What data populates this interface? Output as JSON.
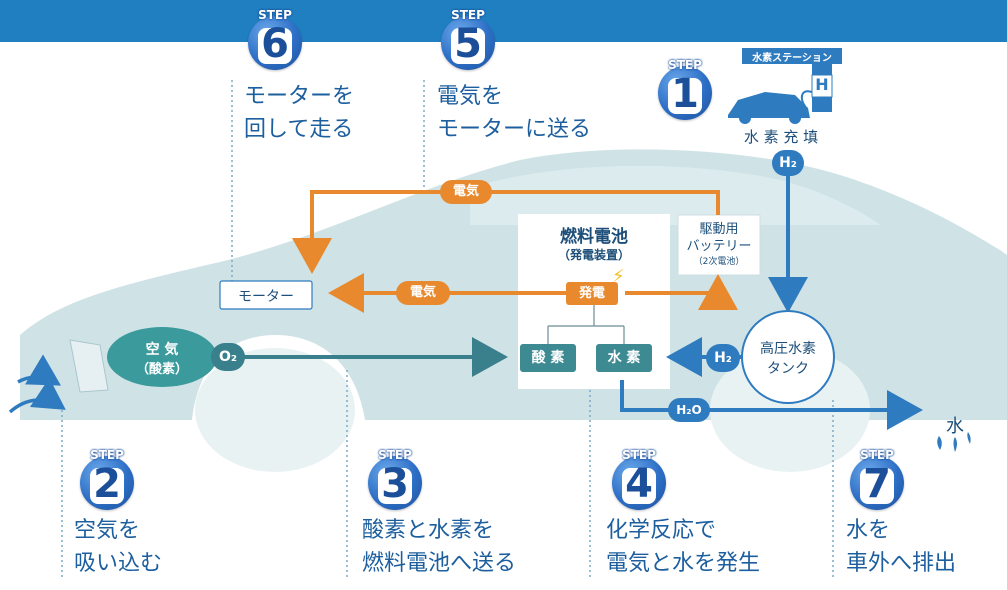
{
  "steps": [
    {
      "id": "1",
      "label": "STEP",
      "num": "1",
      "text": ""
    },
    {
      "id": "2",
      "label": "STEP",
      "num": "2",
      "text": "空気を\n吸い込む"
    },
    {
      "id": "3",
      "label": "STEP",
      "num": "3",
      "text": "酸素と水素を\n燃料電池へ送る"
    },
    {
      "id": "4",
      "label": "STEP",
      "num": "4",
      "text": "化学反応で\n電気と水を発生"
    },
    {
      "id": "5",
      "label": "STEP",
      "num": "5",
      "text": "電気を\nモーターに送る"
    },
    {
      "id": "6",
      "label": "STEP",
      "num": "6",
      "text": "モーターを\n回して走る"
    },
    {
      "id": "7",
      "label": "STEP",
      "num": "7",
      "text": "水を\n車外へ排出"
    }
  ],
  "station": {
    "sign": "水素ステーション",
    "caption": "水 素 充 填",
    "letter": "H"
  },
  "fuel_cell": {
    "title": "燃料電池",
    "subtitle": "（発電装置）",
    "generate": "発電",
    "oxygen": "酸 素",
    "hydrogen": "水 素"
  },
  "battery": {
    "line1": "駆動用",
    "line2": "バッテリー",
    "line3": "（2次電池）"
  },
  "motor": {
    "label": "モーター"
  },
  "tank": {
    "line1": "高圧水素",
    "line2": "タンク"
  },
  "air": {
    "line1": "空 気",
    "line2": "（酸素）"
  },
  "flows": {
    "electricity_top": "電気",
    "electricity_mid": "電気",
    "o2": "O₂",
    "h2_tank": "H₂",
    "h2_station": "H₂",
    "h2o": "H₂O"
  },
  "water": {
    "label": "水"
  },
  "colors": {
    "orange": "#e8892e",
    "blue_arrow": "#2f7bbf",
    "teal": "#3a9a9c",
    "car_body": "#cfe3e6",
    "chip_dark": "#3d8a93",
    "step_blue": "#2d6fc6"
  }
}
